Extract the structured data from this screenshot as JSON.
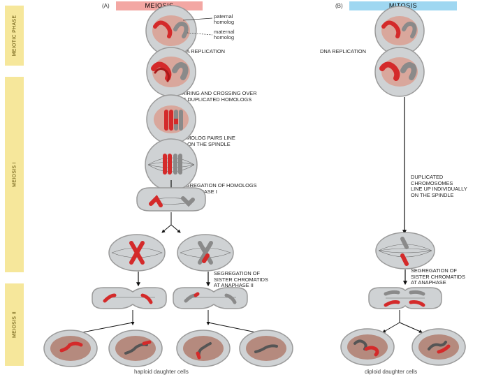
{
  "figure": {
    "sidebar": {
      "phase_premeiotic": "MEIOTIC PHASE",
      "phase_meiosis1": "MEIOSIS I",
      "phase_meiosis2": "MEIOSIS II"
    },
    "meiosis": {
      "letter": "(A)",
      "title": "MEIOSIS",
      "paternal_label": "paternal\nhomolog",
      "maternal_label": "maternal\nhomolog",
      "step_replication": "DNA REPLICATION",
      "step_pairing": "PAIRING AND CROSSING OVER\nOF DUPLICATED HOMOLOGS",
      "step_line_up": "HOMOLOG PAIRS LINE\nUP ON THE SPINDLE",
      "step_segregation1": "SEGREGATION OF HOMOLOGS\nAT ANAPHASE I",
      "step_segregation2": "SEGREGATION OF\nSISTER CHROMATIDS\nAT ANAPHASE II",
      "footer": "haploid daughter cells"
    },
    "mitosis": {
      "letter": "(B)",
      "title": "MITOSIS",
      "step_replication": "DNA REPLICATION",
      "step_line_up": "DUPLICATED\nCHROMOSOMES\nLINE UP INDIVIDUALLY\nON THE SPINDLE",
      "step_segregation": "SEGREGATION OF\nSISTER CHROMATIDS\nAT ANAPHASE",
      "footer": "diploid daughter cells"
    },
    "colors": {
      "paternal": "#d42a2a",
      "maternal": "#8a8a8a",
      "cell_fill": "#cfd2d4",
      "nucleus_fill": "#d9a79c",
      "daughter_nucleus": "#b58a7e",
      "meiosis_header": "#f3a7a3",
      "mitosis_header": "#9fd7f1",
      "sidebar": "#f6e79b"
    }
  }
}
